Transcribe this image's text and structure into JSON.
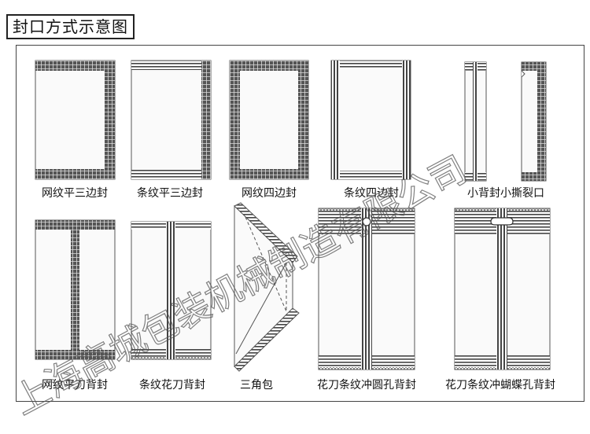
{
  "title": "封口方式示意图",
  "watermark": "上海高城包装机械制造有限公司",
  "colors": {
    "seal": "#3d3d3d",
    "frame": "#444444",
    "watermark": "#555555"
  },
  "captions": [
    "网纹平三边封",
    "条纹平三边封",
    "网纹四边封",
    "条纹四边封",
    "小背封小撕裂口",
    "网纹平刀背封",
    "条纹花刀背封",
    "三角包",
    "花刀条纹冲圆孔背封",
    "花刀条纹冲蝴蝶孔背封"
  ]
}
